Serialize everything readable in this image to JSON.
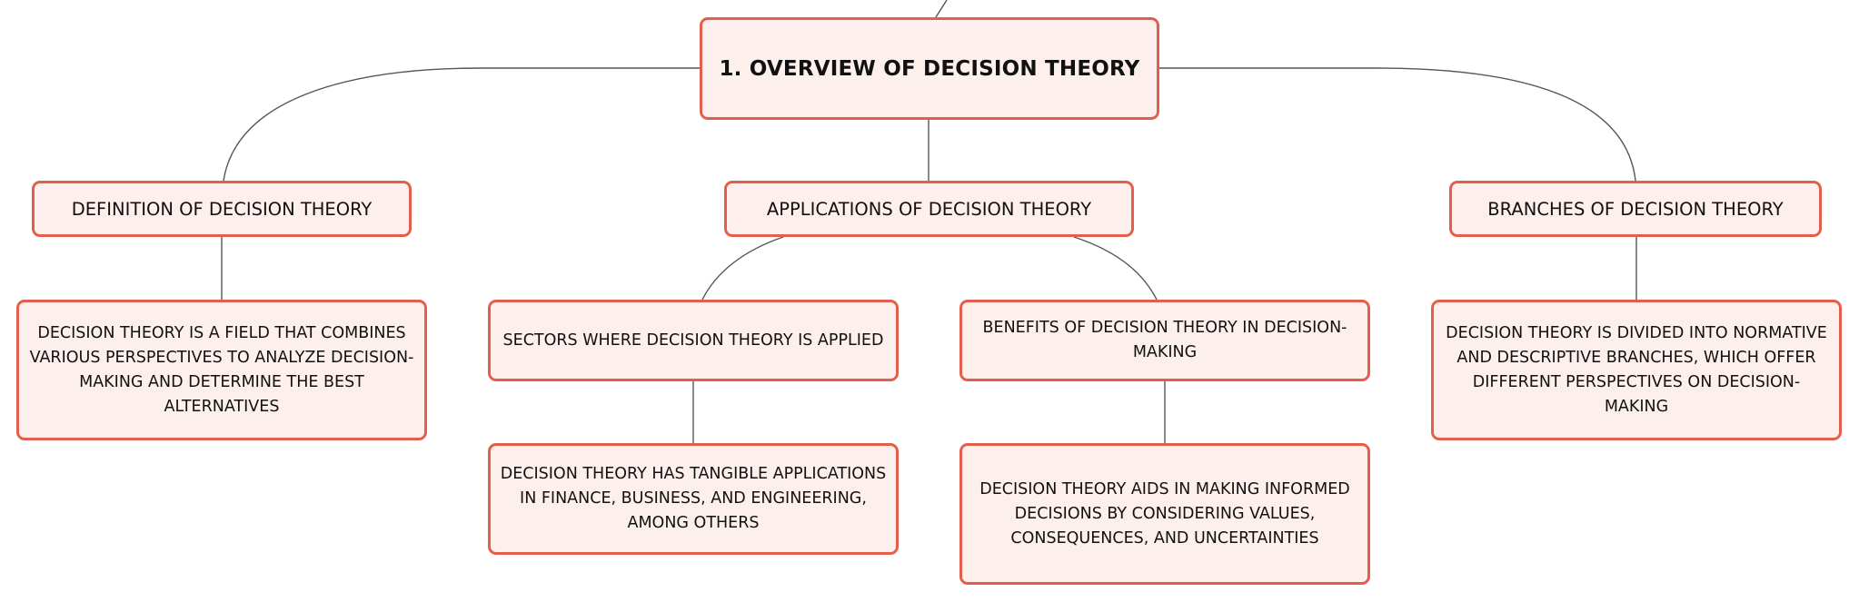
{
  "diagram": {
    "root": {
      "label": "1. OVERVIEW OF DECISION THEORY"
    },
    "definition": {
      "label": "DEFINITION OF DECISION THEORY",
      "description": "DECISION THEORY IS A FIELD THAT COMBINES VARIOUS PERSPECTIVES TO ANALYZE DECISION-MAKING AND DETERMINE THE BEST ALTERNATIVES"
    },
    "applications": {
      "label": "APPLICATIONS OF DECISION THEORY",
      "sectors": {
        "label": "SECTORS WHERE DECISION THEORY IS APPLIED",
        "description": "DECISION THEORY HAS TANGIBLE APPLICATIONS IN FINANCE, BUSINESS, AND ENGINEERING, AMONG OTHERS"
      },
      "benefits": {
        "label": "BENEFITS OF DECISION THEORY IN DECISION-MAKING",
        "description": "DECISION THEORY AIDS IN MAKING INFORMED DECISIONS BY CONSIDERING VALUES, CONSEQUENCES, AND UNCERTAINTIES"
      }
    },
    "branches": {
      "label": "BRANCHES OF DECISION THEORY",
      "description": "DECISION THEORY IS DIVIDED INTO NORMATIVE AND DESCRIPTIVE BRANCHES, WHICH OFFER DIFFERENT PERSPECTIVES ON DECISION-MAKING"
    }
  },
  "colors": {
    "node_border": "#e35f4d",
    "node_fill": "#fdf0ec",
    "connector": "#555555",
    "text": "#111111"
  }
}
